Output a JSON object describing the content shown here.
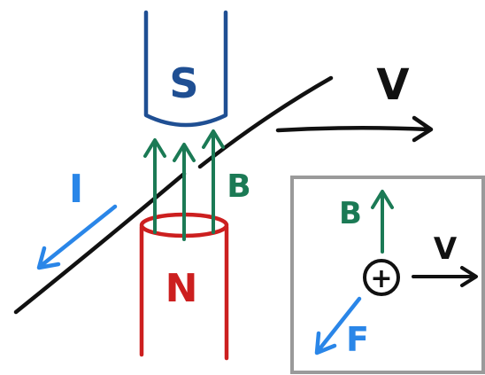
{
  "labels": {
    "south_pole": "S",
    "north_pole": "N",
    "velocity": "V",
    "current": "I",
    "field": "B",
    "inset_field": "B",
    "inset_velocity": "V",
    "inset_force": "F",
    "inset_charge": "+"
  },
  "colors": {
    "south_magnet": "#1f4f93",
    "north_magnet": "#cc1f1f",
    "field_lines": "#1b7a55",
    "current_arrow": "#2a86e8",
    "wire": "#111111",
    "inset_border": "#9a9a9a"
  }
}
